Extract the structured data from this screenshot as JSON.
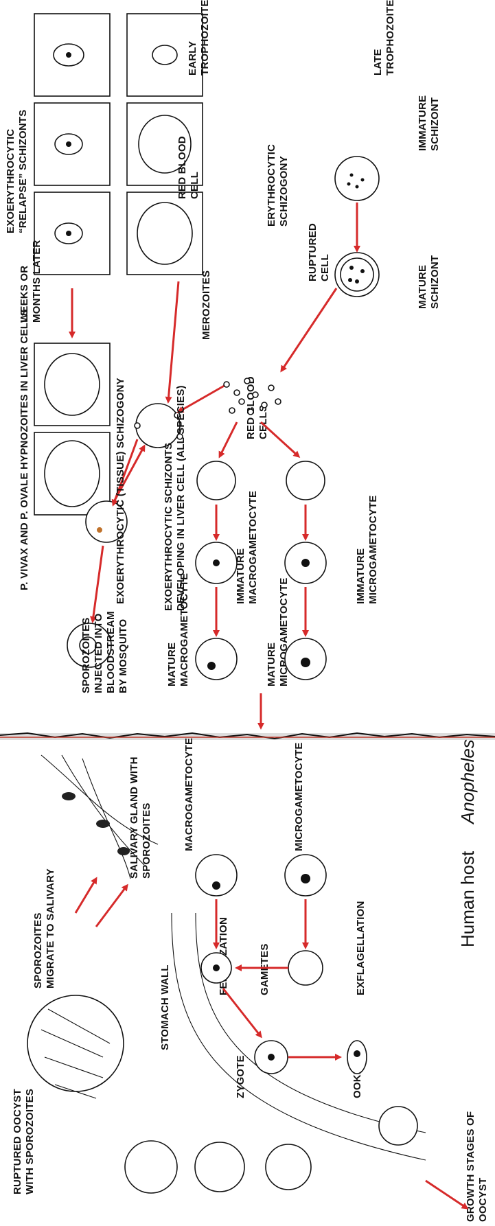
{
  "human": {
    "title": "Human host",
    "hypnozoites": "P. VIVAX AND P. OVALE HYPNOZOITES IN LIVER CELLS",
    "weeks": [
      "WEEKS OR",
      "MONTHS LATER"
    ],
    "relapse": [
      "EXOERYTHROCYTIC",
      "“RELAPSE” SCHIZONTS"
    ],
    "tissue_schizogony": "EXOERYTHROCYTIC (TISSUE) SCHIZOGONY",
    "schizonts_developing": [
      "EXOERYTHROCYTIC SCHIZONTS",
      "DEVELOPING IN LIVER CELL (ALL SPECIES)"
    ],
    "sporozoites_injected": [
      "SPOROZOITES",
      "INJECTED INTO",
      "BLOODSTREAM",
      "BY MOSQUITO"
    ],
    "rbc": [
      "RED BLOOD",
      "CELL"
    ],
    "early_troph": [
      "EARLY",
      "TROPHOZOITE"
    ],
    "late_troph": [
      "LATE",
      "TROPHOZOITE"
    ],
    "immature_schizont": [
      "IMMATURE",
      "SCHIZONT"
    ],
    "mature_schizont": [
      "MATURE",
      "SCHIZONT"
    ],
    "ruptured_cell": [
      "RUPTURED",
      "CELL"
    ],
    "erythrocytic": [
      "ERYTHROCYTIC",
      "SCHIZOGONY"
    ],
    "merozoites": "MEROZOITES",
    "rbcs": [
      "RED BLOOD",
      "CELLS"
    ],
    "imm_macro": [
      "IMMATURE",
      "MACROGAMETOCYTE"
    ],
    "imm_micro": [
      "IMMATURE",
      "MICROGAMETOCYTE"
    ],
    "mat_macro": [
      "MATURE",
      "MACROGAMETOCYTE"
    ],
    "mat_micro": [
      "MATURE",
      "MICROGAMETOCYTE"
    ]
  },
  "mosquito": {
    "title": "Anopheles",
    "salivary": [
      "SALIVARY GLAND WITH",
      "SPOROZOITES"
    ],
    "migrate": [
      "SPOROZOITES",
      "MIGRATE TO SALIVARY"
    ],
    "ruptured_oocyst": [
      "RUPTURED OOCYST",
      "WITH SPOROZOITES"
    ],
    "stomach_wall": "STOMACH WALL",
    "macrogametocyte": "MACROGAMETOCYTE",
    "microgametocyte": "MICROGAMETOCYTE",
    "fertilization": "FERTILIZATION",
    "gametes": "GAMETES",
    "exflagellation": "EXFLAGELLATION",
    "zygote": "ZYGOTE",
    "ookinete": "OOKINETE",
    "growth": [
      "GROWTH STAGES OF",
      "OOCYST"
    ]
  },
  "colors": {
    "arrow": "#d62a2a",
    "ink": "#111111",
    "divider_accent": "#c0392b"
  }
}
